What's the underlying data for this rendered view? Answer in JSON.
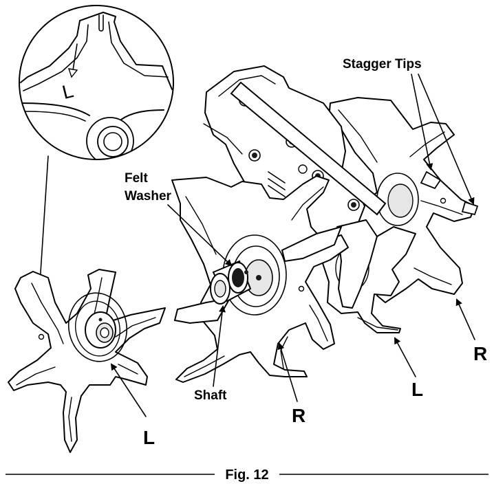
{
  "figure": {
    "caption": "Fig. 12",
    "labels": {
      "stagger_tips": "Stagger Tips",
      "felt_washer_line1": "Felt",
      "felt_washer_line2": "Washer",
      "shaft": "Shaft",
      "left_tine": "L",
      "right_tine_front": "R",
      "left_tine_rear": "L",
      "right_tine_rear": "R"
    },
    "inset": {
      "tine_mark": "L"
    }
  }
}
